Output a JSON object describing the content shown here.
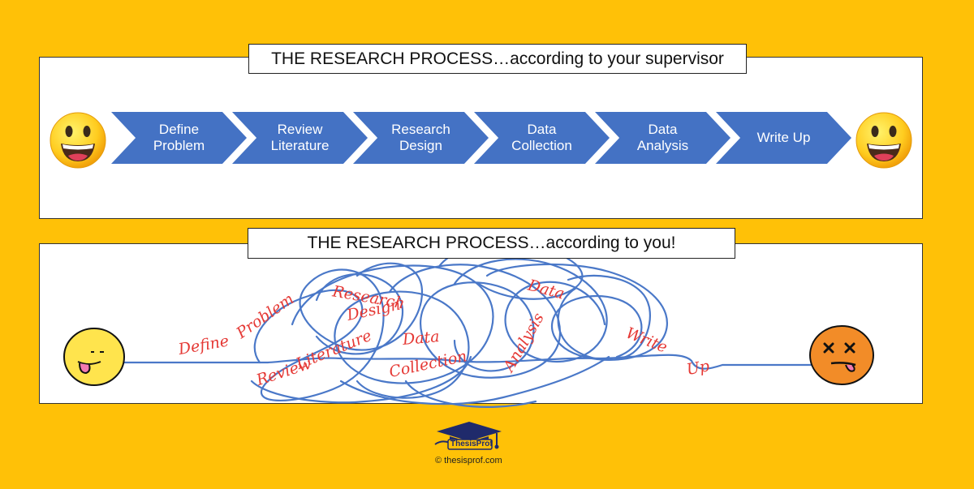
{
  "top_title": "THE RESEARCH PROCESS…according to your supervisor",
  "bottom_title": "THE RESEARCH PROCESS…according to you!",
  "steps": [
    "Define\nProblem",
    "Review\nLiterature",
    "Research\nDesign",
    "Data\nCollection",
    "Data\nAnalysis",
    "Write Up"
  ],
  "messy_labels": {
    "define": "Define",
    "problem": "Problem",
    "review": "Review",
    "literature": "Literature",
    "research": "Research",
    "design": "Design",
    "data1": "Data",
    "collection": "Collection",
    "data2": "Data",
    "analysis": "Analysis",
    "write": "Write",
    "up": "Up"
  },
  "logo": {
    "name": "ThesisProf",
    "copyright": "© thesisprof.com"
  },
  "colors": {
    "background": "#FFC107",
    "chevron": "#4472C4",
    "scribble": "#4A78C8",
    "handwriting": "#E53935",
    "happy_face": "#FFD23F",
    "sad_face": "#F28C28"
  },
  "icons": [
    "happy-face-icon",
    "tongue-face-icon",
    "dizzy-face-icon",
    "graduation-cap-icon"
  ]
}
